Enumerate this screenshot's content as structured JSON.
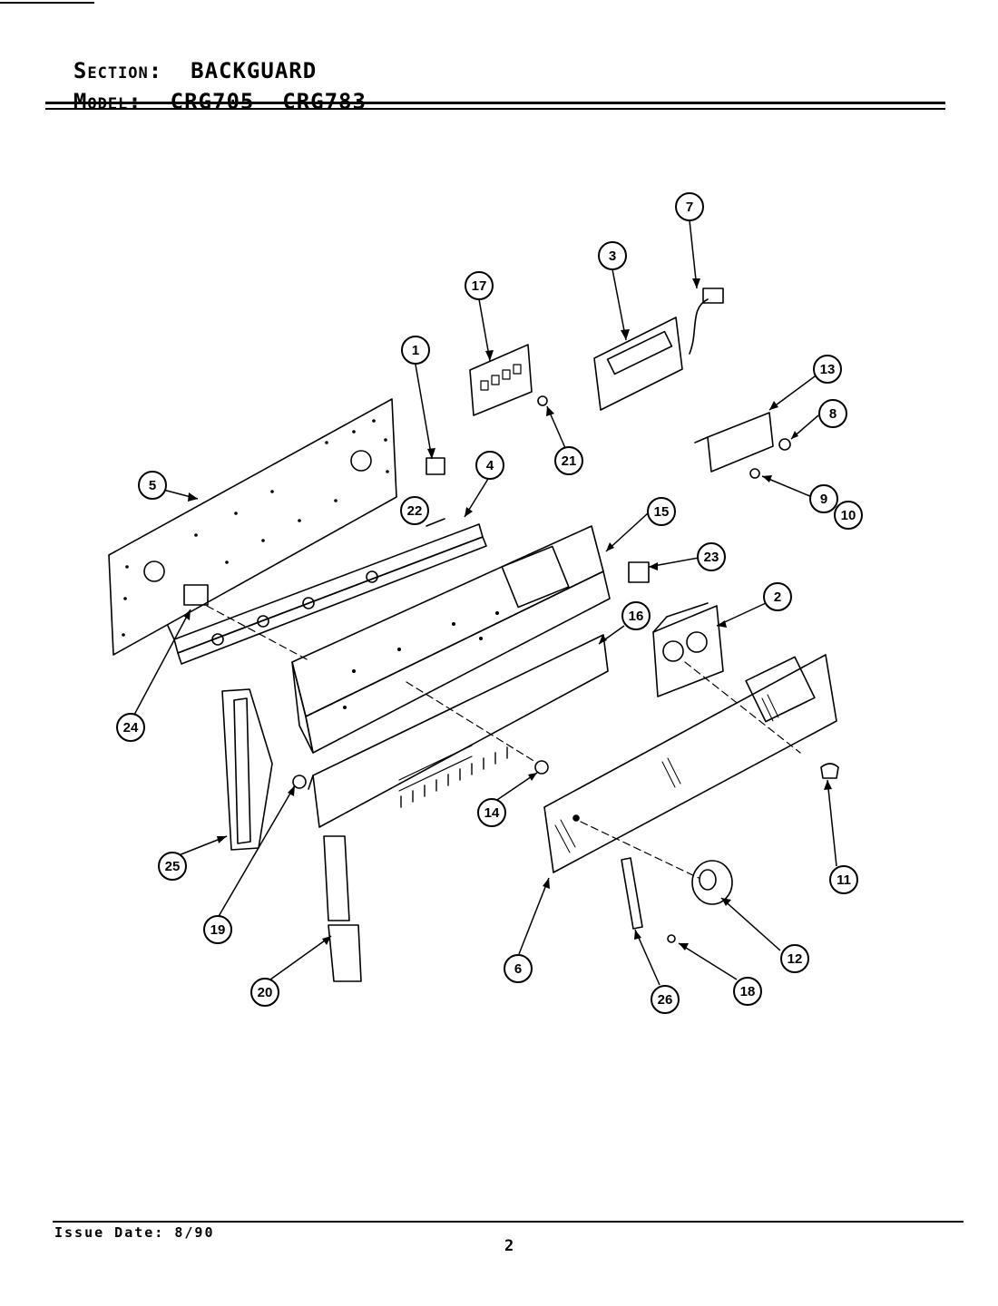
{
  "header": {
    "section_label": "Section:",
    "section_value": "BACKGUARD",
    "model_label": "Model:",
    "model_value": "CRG705  CRG783"
  },
  "callouts": [
    "1",
    "2",
    "3",
    "4",
    "5",
    "6",
    "7",
    "8",
    "9",
    "10",
    "11",
    "12",
    "13",
    "14",
    "15",
    "16",
    "17",
    "18",
    "19",
    "20",
    "21",
    "22",
    "23",
    "24",
    "25",
    "26"
  ],
  "footer": {
    "issue_label": "Issue Date:",
    "issue_date": "8/90",
    "page_number": "2"
  }
}
